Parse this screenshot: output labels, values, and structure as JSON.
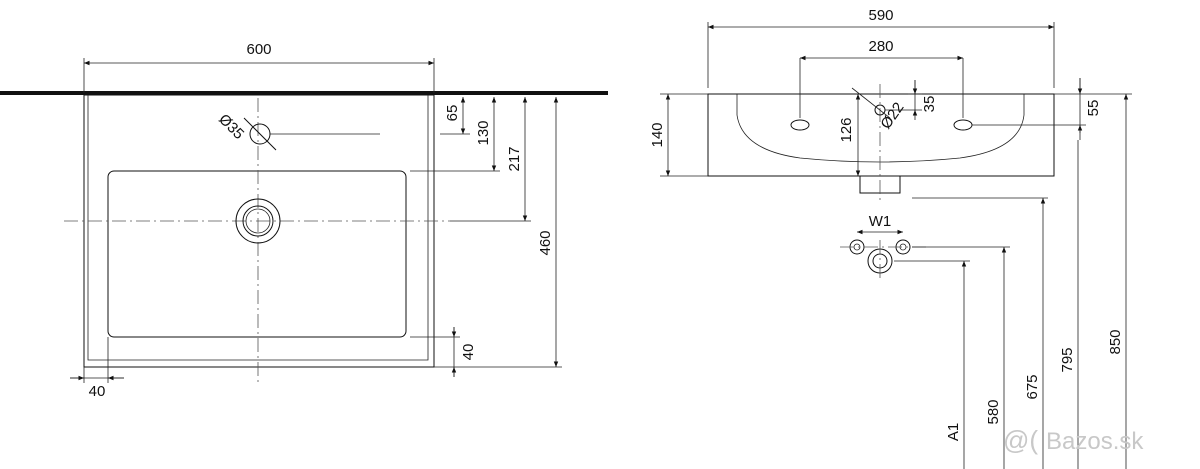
{
  "top_view": {
    "width": "600",
    "tap_hole_dia": "Ø35",
    "dim_65": "65",
    "dim_130": "130",
    "dim_217": "217",
    "depth": "460",
    "rim_side": "40",
    "rim_front": "40"
  },
  "front_view": {
    "width": "590",
    "hole_spacing": "280",
    "height": "140",
    "hole_height": "126",
    "overflow_dia": "Ø22",
    "dim_35": "35",
    "dim_55": "55"
  },
  "install": {
    "w1": "W1",
    "a1": "A1",
    "h580": "580",
    "h675": "675",
    "h795": "795",
    "h850": "850"
  },
  "watermark": "Bazos.sk"
}
